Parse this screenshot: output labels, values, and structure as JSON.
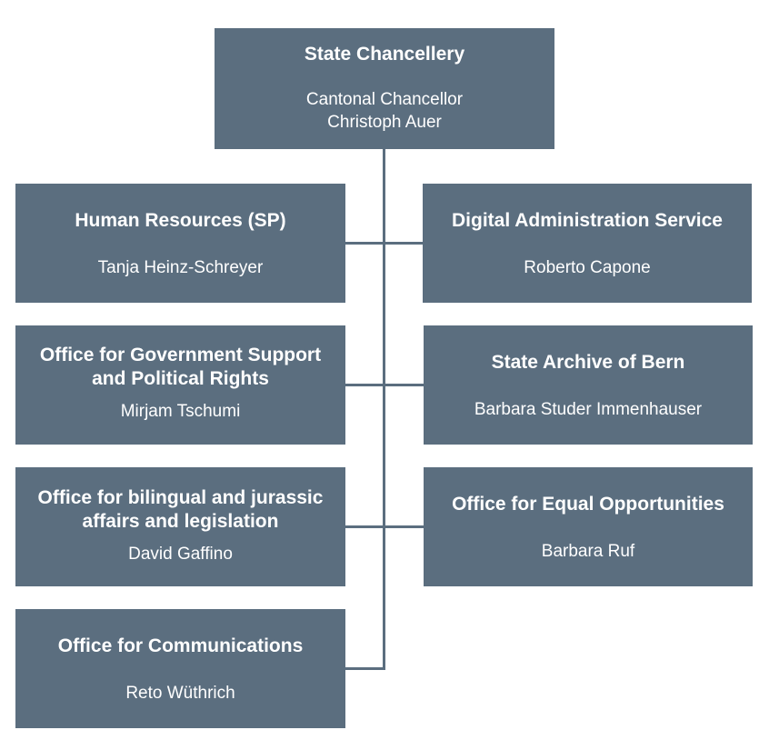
{
  "org_chart": {
    "root": {
      "name": "State Chancellery",
      "role": "Cantonal Chancellor",
      "person": "Christoph Auer"
    },
    "left": [
      {
        "name": "Human Resources (SP)",
        "person": "Tanja Heinz-Schreyer"
      },
      {
        "name": "Office for Government Support and Political Rights",
        "person": "Mirjam Tschumi"
      },
      {
        "name": "Office for bilingual and jurassic affairs and legislation",
        "person": "David Gaffino"
      },
      {
        "name": "Office for Communications",
        "person": "Reto Wüthrich"
      }
    ],
    "right": [
      {
        "name": "Digital Administration Service",
        "person": "Roberto Capone"
      },
      {
        "name": "State Archive of Bern",
        "person": "Barbara Studer Immenhauser"
      },
      {
        "name": "Office for Equal Opportunities",
        "person": "Barbara Ruf"
      }
    ]
  },
  "colors": {
    "box_fill": "#5b6e7f",
    "text": "#ffffff",
    "connector": "#5b6e7f"
  }
}
